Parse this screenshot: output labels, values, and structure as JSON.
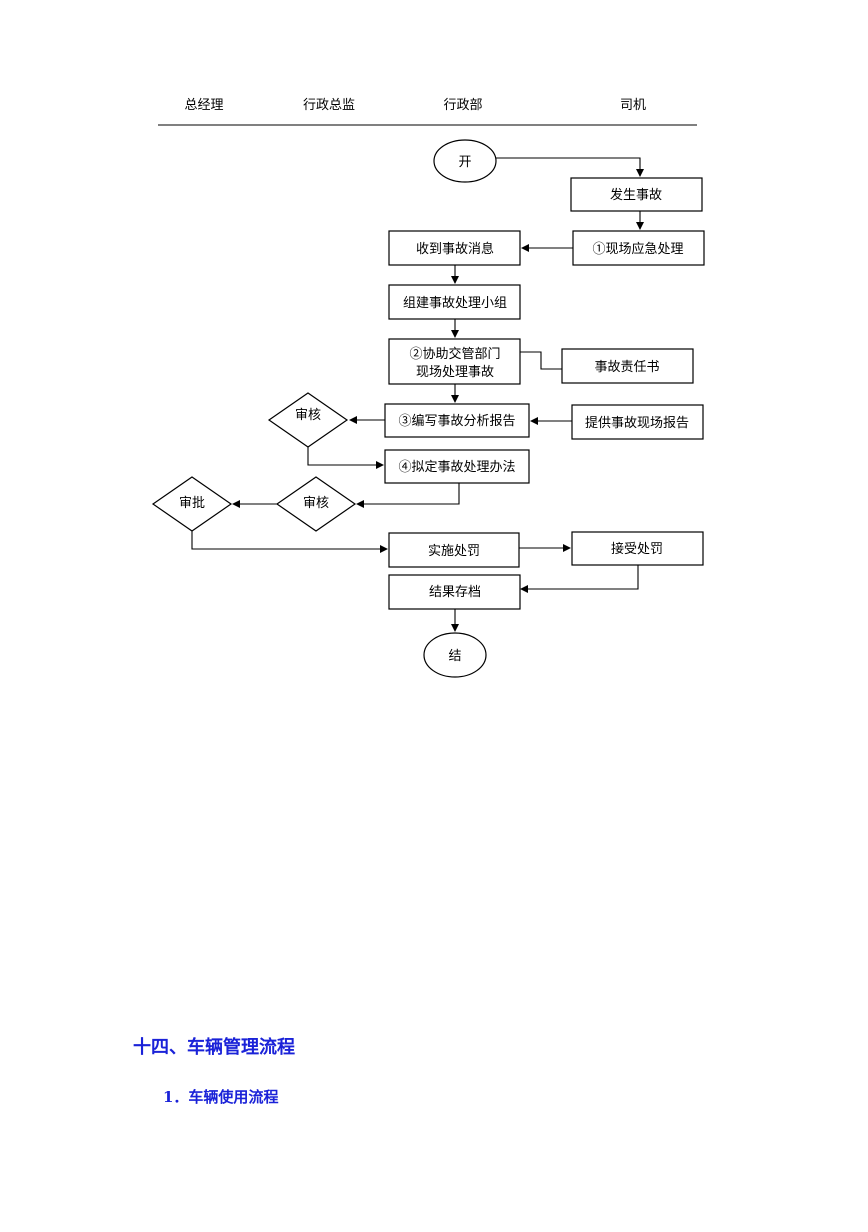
{
  "lanes": [
    "总经理",
    "行政总监",
    "行政部",
    "司机"
  ],
  "nodes": {
    "start": "开",
    "accident": "发生事故",
    "emergency": "①现场应急处理",
    "receive": "收到事故消息",
    "team": "组建事故处理小组",
    "assist_line1": "②协助交管部门",
    "assist_line2": "现场处理事故",
    "liability": "事故责任书",
    "report": "③编写事故分析报告",
    "scene_report": "提供事故现场报告",
    "review1": "审核",
    "plan": "④拟定事故处理办法",
    "review2": "审核",
    "approve": "审批",
    "implement": "实施处罚",
    "accept": "接受处罚",
    "archive": "结果存档",
    "end": "结"
  },
  "headings": {
    "section": "十四、车辆管理流程",
    "subsection": "1．车辆使用流程"
  }
}
